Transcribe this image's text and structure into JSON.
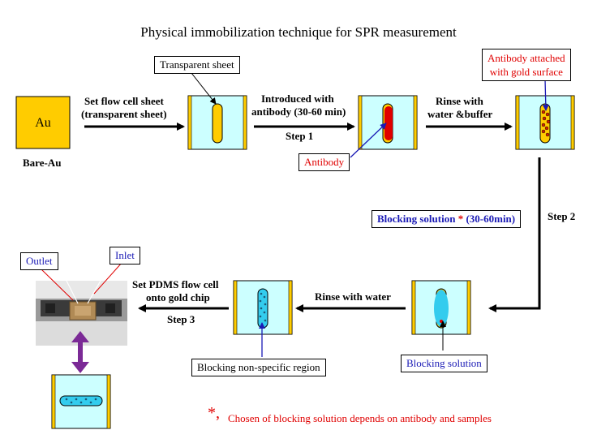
{
  "title": "Physical immobilization technique for SPR measurement",
  "nodes": {
    "bare_au_symbol": "Au",
    "bare_au_label": "Bare-Au"
  },
  "labels": {
    "set_flow_cell_line1": "Set flow cell sheet",
    "set_flow_cell_line2": "(transparent sheet)",
    "introduced_line1": "Introduced with",
    "introduced_line2": "antibody (30-60 min)",
    "step1": "Step 1",
    "rinse1_line1": "Rinse with",
    "rinse1_line2": "water &buffer",
    "step2": "Step 2",
    "rinse2": "Rinse with water",
    "set_pdms_line1": "Set PDMS flow cell",
    "set_pdms_line2": "onto gold chip",
    "step3": "Step 3"
  },
  "callouts": {
    "transparent_sheet": "Transparent sheet",
    "antibody_attached_line1": "Antibody attached",
    "antibody_attached_line2": "with gold surface",
    "antibody": "Antibody",
    "blocking_solution_time_prefix": "Blocking solution ",
    "blocking_solution_time_star": "*",
    "blocking_solution_time_suffix": " (30-60min)",
    "blocking_solution": "Blocking solution",
    "blocking_non_specific": "Blocking non-specific region",
    "outlet": "Outlet",
    "inlet": "Inlet"
  },
  "footnote": {
    "star": "*,",
    "text": "Chosen of  blocking solution depends on antibody and samples"
  },
  "colors": {
    "gold": "#ffcc00",
    "chip_blue": "#ccffff",
    "antibody_red": "#e00000",
    "blocking_cyan": "#33ccee",
    "text_red": "#e00000",
    "text_blue": "#1a1ab5",
    "double_arrow": "#7b2a96"
  }
}
